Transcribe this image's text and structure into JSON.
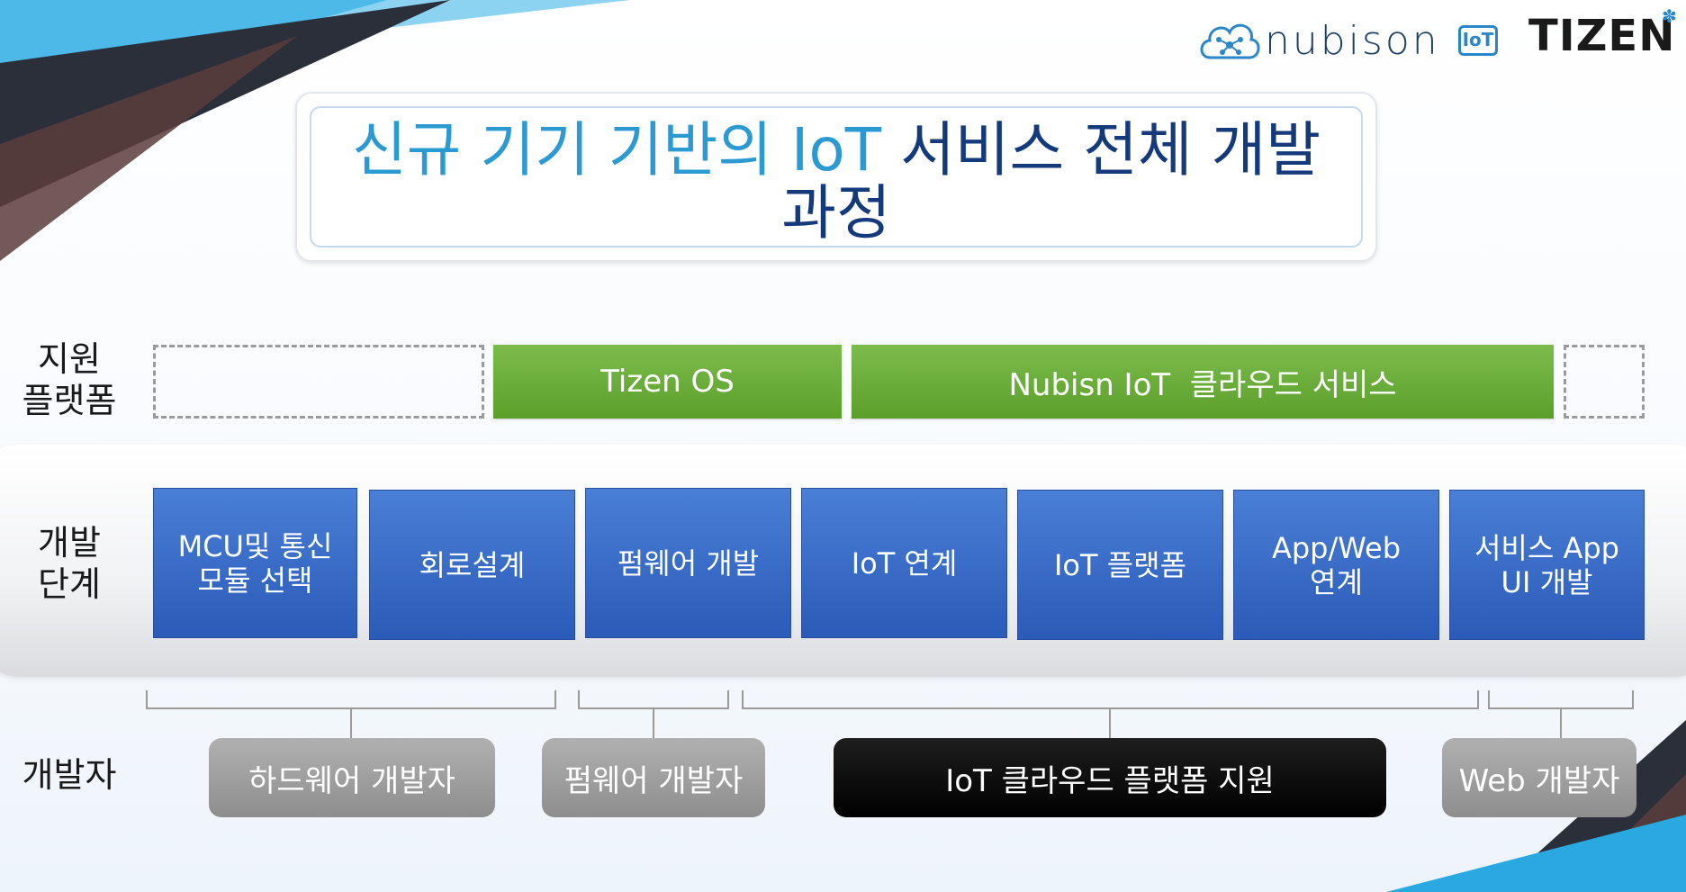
{
  "logos": {
    "nubison_wordmark": "nubison",
    "nubison_badge": "IoT",
    "tizen": "TIZEN"
  },
  "title": {
    "accent": "신규 기기 기반의 IoT",
    "rest": "서비스 전체 개발",
    "line2": "과정"
  },
  "rows": {
    "platform_label_1": "지원",
    "platform_label_2": "플랫폼",
    "stage_label_1": "개발",
    "stage_label_2": "단계",
    "dev_label": "개발자"
  },
  "platforms": {
    "tizen_os": "Tizen OS",
    "nubison_cloud": "Nubisn IoT  클라우드 서비스"
  },
  "stages": [
    {
      "line1": "MCU및 통신",
      "line2": "모듈 선택"
    },
    {
      "line1": "회로설계",
      "line2": ""
    },
    {
      "line1": "펌웨어 개발",
      "line2": ""
    },
    {
      "line1": "IoT 연계",
      "line2": ""
    },
    {
      "line1": "IoT 플랫폼",
      "line2": ""
    },
    {
      "line1": "App/Web",
      "line2": "연계"
    },
    {
      "line1": "서비스 App",
      "line2": "UI 개발"
    }
  ],
  "developers": {
    "hardware": "하드웨어 개발자",
    "firmware": "펌웨어 개발자",
    "iot_cloud": "IoT 클라우드 플랫폼 지원",
    "web": "Web 개발자"
  },
  "colors": {
    "title_accent": "#2b9ad3",
    "title_main": "#153a7c",
    "platform_green": "#6aae3a",
    "stage_blue": "#3a6cc8",
    "developer_gray": "#9e9e9e",
    "developer_black": "#000000"
  }
}
